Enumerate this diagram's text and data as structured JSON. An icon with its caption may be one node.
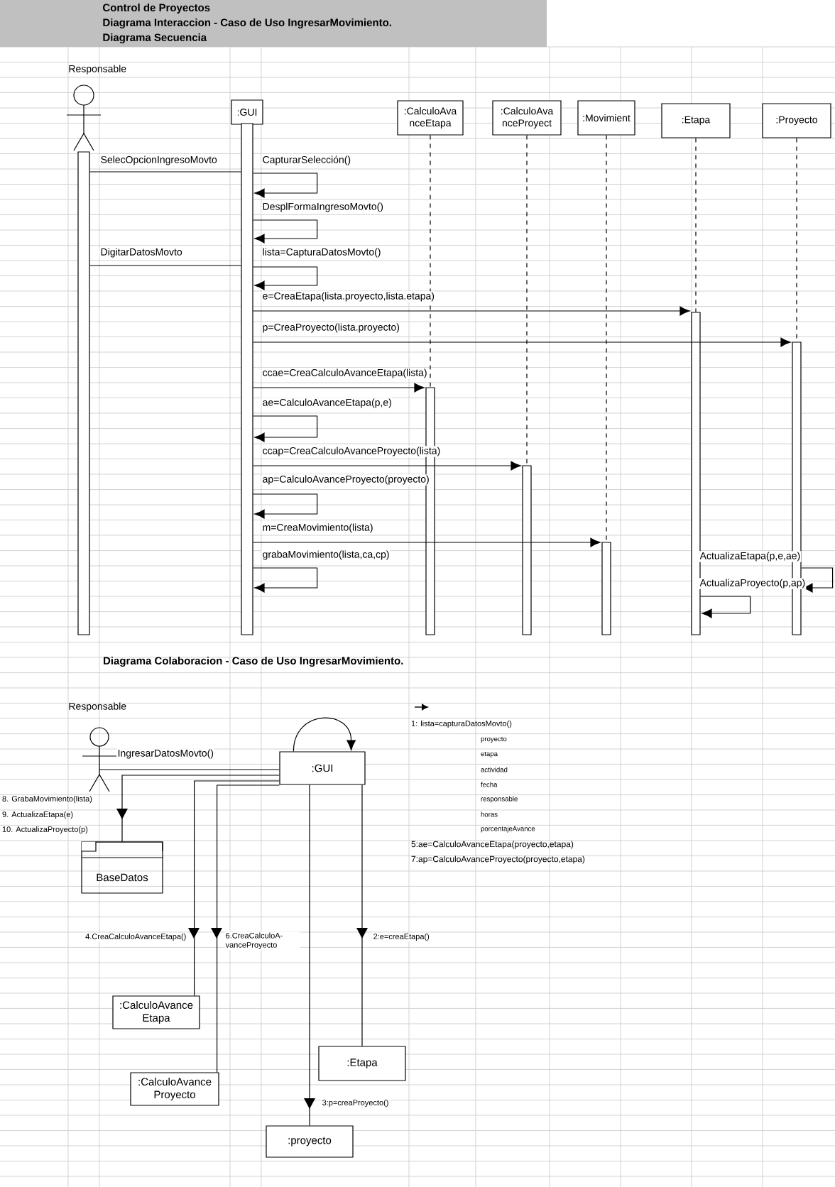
{
  "diagram": {
    "title": "Control de Proyectos",
    "nodes": [
      {
        "text": [
          "Responsable"
        ]
      },
      {
        "text": [
          ":GUI"
        ]
      },
      {
        "text": [
          ":CalculoAva nceEtapa"
        ]
      },
      {
        "text": [
          ":CalculoAva nceProyect"
        ]
      },
      {
        "text": [
          ":Movimient"
        ]
      },
      {
        "text": [
          ":Etapa"
        ]
      },
      {
        "text": [
          ":Proyecto"
        ]
      },
      {
        "text": [
          "Responsable"
        ]
      },
      {
        "text": [
          ":GUI"
        ]
      },
      {
        "text": [
          "BaseDatos"
        ]
      },
      {
        "text": [
          ":CalculoAvance Etapa"
        ]
      },
      {
        "text": [
          ":CalculoAvance Proyecto"
        ]
      },
      {
        "text": [
          ":Etapa"
        ]
      },
      {
        "text": [
          ":proyecto"
        ]
      },
      {
        "text": [],
        "shape": "bar"
      },
      {
        "text": [],
        "shape": "bar"
      },
      {
        "text": [],
        "shape": "bar"
      },
      {
        "text": [],
        "shape": "bar"
      },
      {
        "text": [],
        "shape": "bar"
      },
      {
        "text": [],
        "shape": "bar"
      },
      {
        "text": [],
        "shape": "bar"
      }
    ],
    "edges": [
      {
        "from": 14,
        "to": 15,
        "arrow": "none",
        "label": "SelecOpcionIngresoMovto"
      },
      {
        "from": 15,
        "to": 15,
        "arrow": "to",
        "label": "CapturarSelección()"
      },
      {
        "from": 15,
        "to": 15,
        "arrow": "to",
        "label": "DesplFormaIngresoMovto()"
      },
      {
        "from": 14,
        "to": 15,
        "arrow": "none",
        "label": "DigitarDatosMovto"
      },
      {
        "from": 15,
        "to": 15,
        "arrow": "to",
        "label": "lista=CapturaDatosMovto()"
      },
      {
        "from": 15,
        "to": 19,
        "arrow": "to",
        "label": "e=CreaEtapa(lista.proyecto,lista.etapa)"
      },
      {
        "from": 15,
        "to": 20,
        "arrow": "to",
        "label": "p=CreaProyecto(lista.proyecto)"
      },
      {
        "from": 15,
        "to": 16,
        "arrow": "to",
        "label": "ccae=CreaCalculoAvanceEtapa(lista)"
      },
      {
        "from": 15,
        "to": 15,
        "arrow": "to",
        "label": "ae=CalculoAvanceEtapa(p,e)"
      },
      {
        "from": 15,
        "to": 17,
        "arrow": "to",
        "label": "ccap=CreaCalculoAvanceProyecto(lista)"
      },
      {
        "from": 15,
        "to": 15,
        "arrow": "to",
        "label": "ap=CalculoAvanceProyecto(proyecto)"
      },
      {
        "from": 15,
        "to": 18,
        "arrow": "to",
        "label": "m=CreaMovimiento(lista)"
      },
      {
        "from": 15,
        "to": 15,
        "arrow": "to",
        "label": "grabaMovimiento(lista,ca,cp)"
      },
      {
        "from": 20,
        "to": 20,
        "arrow": "to",
        "label": "ActualizaEtapa(p,e,ae)"
      },
      {
        "from": 19,
        "to": 19,
        "arrow": "to",
        "label": "ActualizaProyecto(p,ap)"
      },
      {
        "from": 7,
        "to": 8,
        "arrow": "none",
        "label": "IngresarDatosMovto()"
      },
      {
        "from": 8,
        "to": 9,
        "arrow": "to"
      },
      {
        "from": 8,
        "to": 10,
        "arrow": "to",
        "label": "4.CreaCalculoAvanceEtapa()"
      },
      {
        "from": 8,
        "to": 11,
        "arrow": "to",
        "label": "6.CreaCalculoA- vanceProyecto"
      },
      {
        "from": 8,
        "to": 13,
        "arrow": "to",
        "label": "3:p=creaProyecto()"
      },
      {
        "from": 8,
        "to": 12,
        "arrow": "to",
        "label": "2:e=creaEtapa()"
      },
      {
        "from": 8,
        "to": 8,
        "arrow": "to"
      },
      {
        "from": 2,
        "to": 16,
        "arrow": "none",
        "style": "dashed"
      },
      {
        "from": 3,
        "to": 17,
        "arrow": "none",
        "style": "dashed"
      },
      {
        "from": 4,
        "to": 18,
        "arrow": "none",
        "style": "dashed"
      },
      {
        "from": 5,
        "to": 19,
        "arrow": "none",
        "style": "dashed"
      },
      {
        "from": 6,
        "to": 20,
        "arrow": "none",
        "style": "dashed"
      }
    ],
    "labels": [
      "Diagrama Interaccion - Caso de Uso IngresarMovimiento.",
      "Diagrama Secuencia",
      "Diagrama Colaboracion - Caso de Uso IngresarMovimiento.",
      "1: lista=capturaDatosMovto()",
      "proyecto",
      "etapa",
      "actividad",
      "fecha",
      "responsable",
      "horas",
      "porcentajeAvance",
      "5:ae=CalculoAvanceEtapa(proyecto,etapa)",
      "7:ap=CalculoAvanceProyecto(proyecto,etapa)",
      "8. GrabaMovimiento(lista)",
      "9. ActualizaEtapa(e)",
      "10. ActualizaProyecto(p)"
    ]
  }
}
